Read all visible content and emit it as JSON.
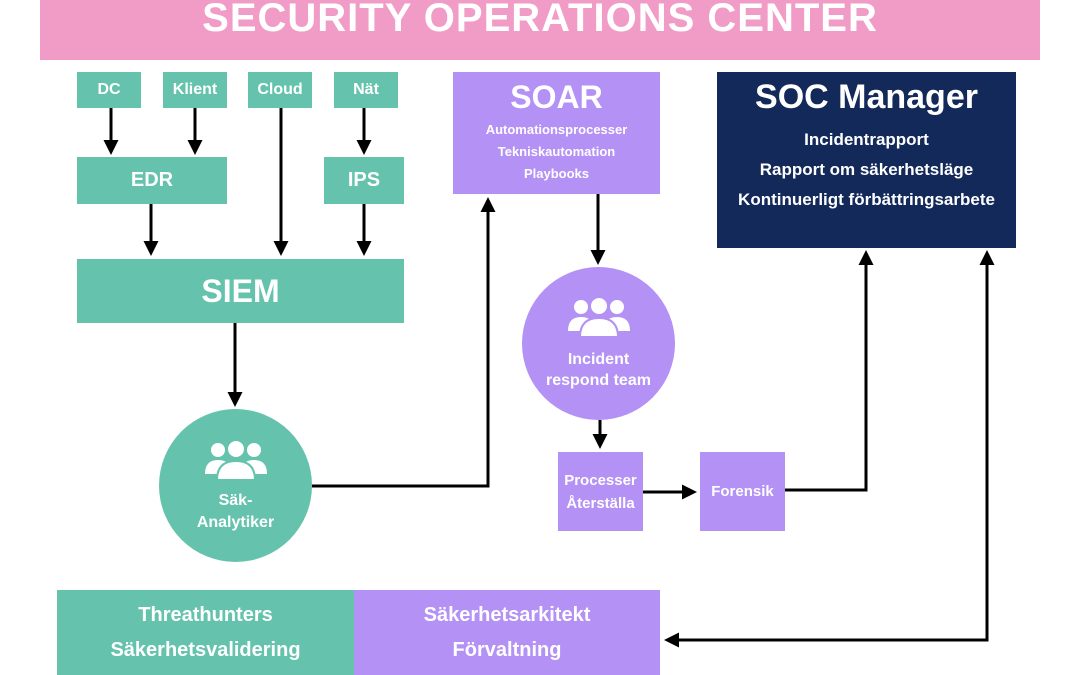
{
  "title": "SECURITY OPERATIONS CENTER",
  "sources": {
    "dc": "DC",
    "klient": "Klient",
    "cloud": "Cloud",
    "nat": "Nät"
  },
  "edr": "EDR",
  "ips": "IPS",
  "siem": "SIEM",
  "analyst": {
    "line1": "Säk-",
    "line2": "Analytiker",
    "icon": "people-icon"
  },
  "soar": {
    "title": "SOAR",
    "items": [
      "Automationsprocesser",
      "Tekniskautomation",
      "Playbooks"
    ]
  },
  "soc_manager": {
    "title": "SOC Manager",
    "items": [
      "Incidentrapport",
      "Rapport om säkerhetsläge",
      "Kontinuerligt förbättringsarbete"
    ]
  },
  "incident_team": {
    "line1": "Incident",
    "line2": "respond team",
    "icon": "people-icon"
  },
  "processer": {
    "line1": "Processer",
    "line2": "Återställa"
  },
  "forensik": "Forensik",
  "threathunters": {
    "line1": "Threathunters",
    "line2": "Säkerhetsvalidering"
  },
  "arkitekt": {
    "line1": "Säkerhetsarkitekt",
    "line2": "Förvaltning"
  },
  "colors": {
    "green": "#65c3ad",
    "purple": "#b391f5",
    "navy": "#13295a",
    "pink": "#f09cc6"
  }
}
